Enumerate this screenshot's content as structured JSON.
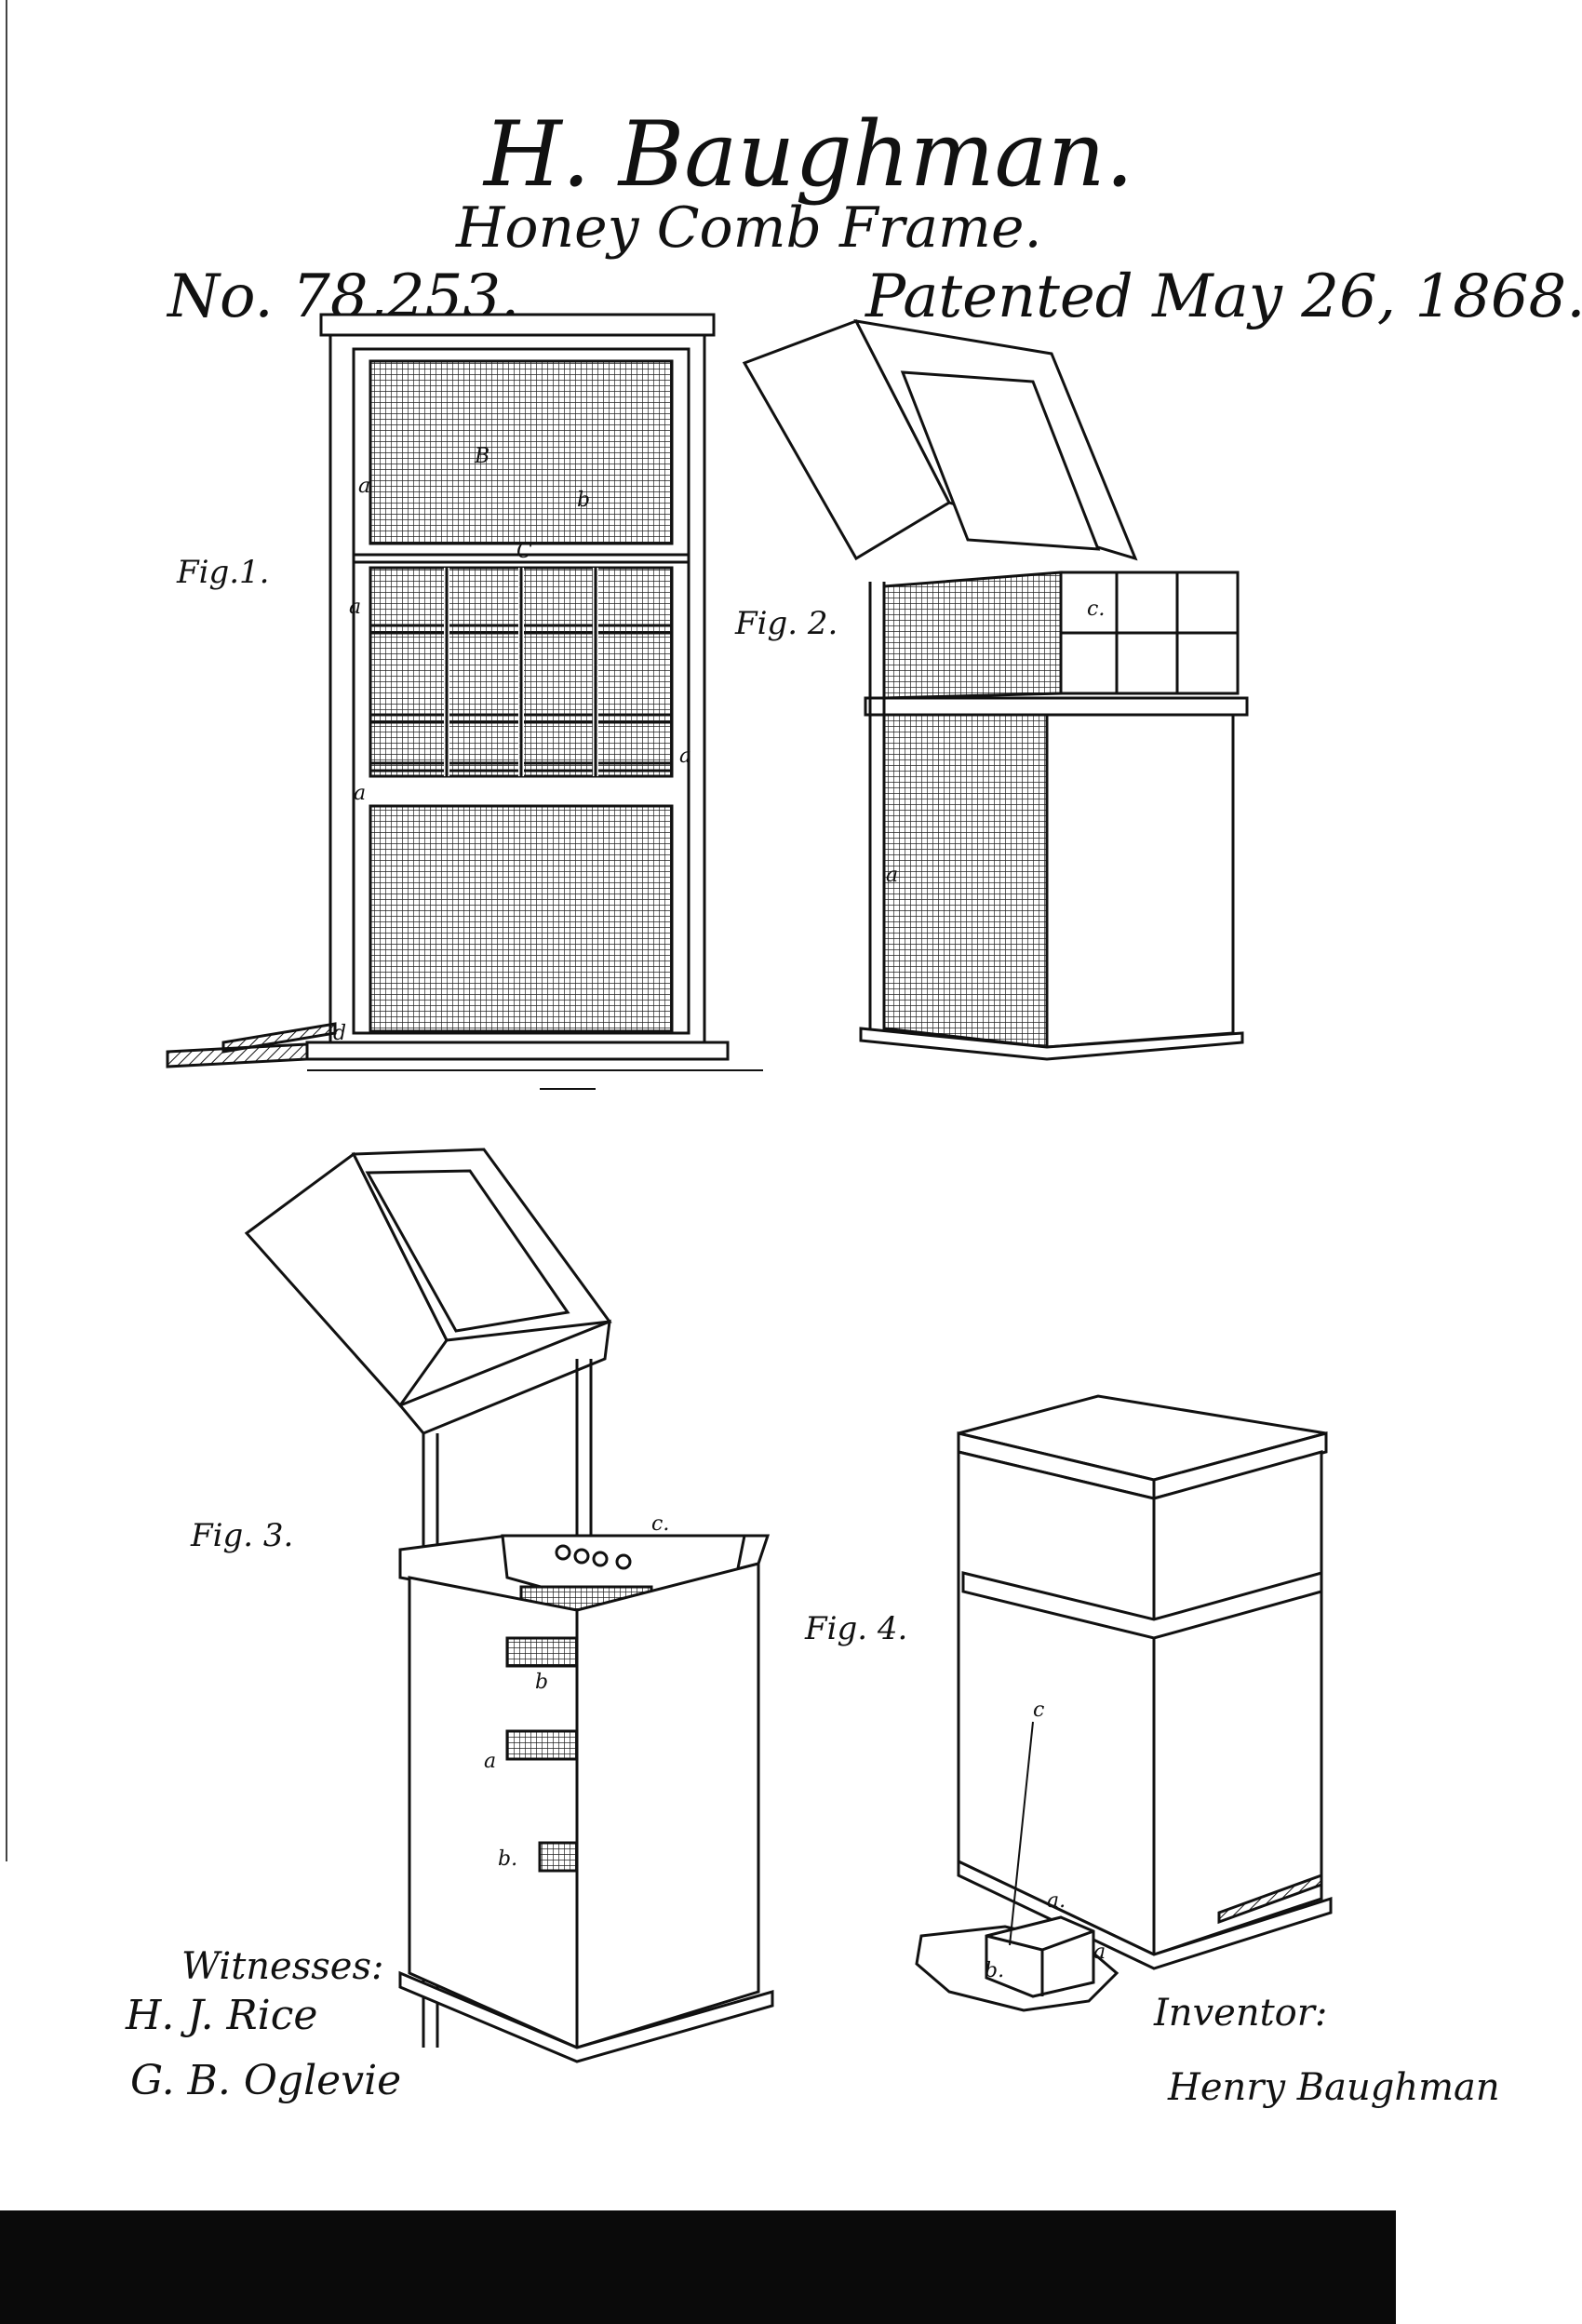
{
  "header": {
    "inventor_name": "H. Baughman.",
    "title": "Honey Comb Frame.",
    "patent_number": "No. 78,253.",
    "patent_date": "Patented May 26, 1868."
  },
  "figures": {
    "fig1": "Fig.1.",
    "fig2": "Fig. 2.",
    "fig3": "Fig. 3.",
    "fig4": "Fig. 4."
  },
  "reference_letters": {
    "fig1": [
      "a",
      "B",
      "b",
      "a",
      "a",
      "a",
      "d",
      "C"
    ],
    "fig2": [
      "c.",
      "a"
    ],
    "fig3": [
      "c.",
      "b",
      "a",
      "b."
    ],
    "fig4": [
      "c",
      "a.",
      "b.",
      "a"
    ]
  },
  "signatures": {
    "witnesses_label": "Witnesses:",
    "witness_1": "H. J. Rice",
    "witness_2": "G. B. Oglevie",
    "inventor_label": "Inventor:",
    "inventor_signature": "Henry Baughman"
  }
}
